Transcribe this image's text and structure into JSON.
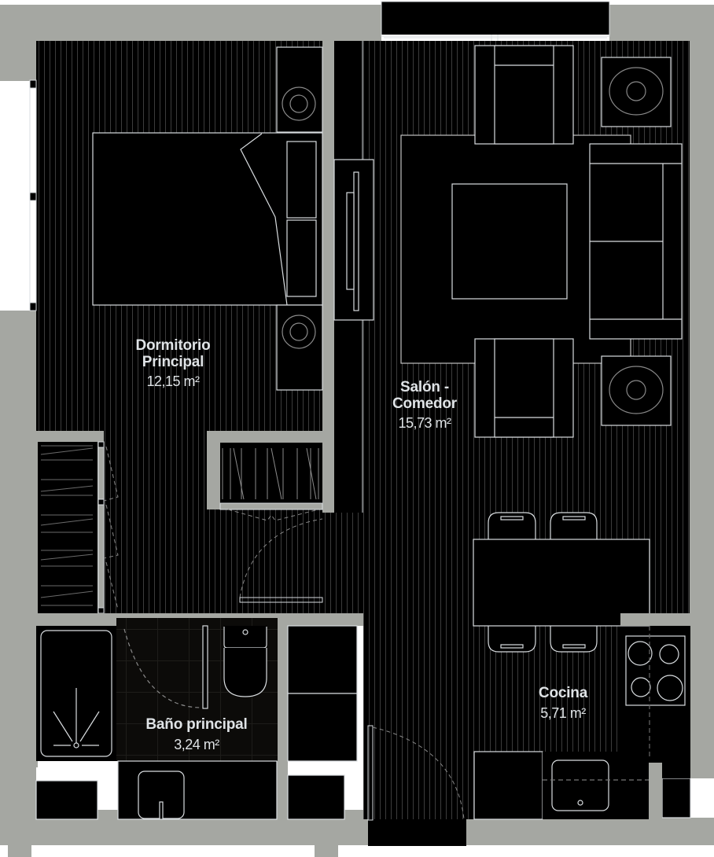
{
  "plan": {
    "colors": {
      "wall": "#a5a7a2",
      "floor": "#000000",
      "line": "#d9dde0",
      "plank": "#3a3a3a",
      "bath_tile": "#0c0b09",
      "background": "#ffffff"
    },
    "rooms": [
      {
        "id": "dormitorio",
        "name": "Dormitorio\nPrincipal",
        "name_line1": "Dormitorio",
        "name_line2": "Principal",
        "area": "12,15 m²"
      },
      {
        "id": "salon",
        "name": "Salón - Comedor",
        "name_line1": "Salón -",
        "name_line2": "Comedor",
        "area": "15,73 m²"
      },
      {
        "id": "bano",
        "name": "Baño principal",
        "name_line1": "Baño principal",
        "area": "3,24 m²"
      },
      {
        "id": "cocina",
        "name": "Cocina",
        "name_line1": "Cocina",
        "area": "5,71 m²"
      }
    ],
    "icons": {
      "bed": "bed-icon",
      "nightstand_lamp": "lamp-icon",
      "sofa": "sofa-icon",
      "armchair": "armchair-icon",
      "coffee_table": "table-icon",
      "tv_unit": "tv-icon",
      "dining_table": "dining-table-icon",
      "chair": "chair-icon",
      "cooktop": "cooktop-icon",
      "sink": "sink-icon",
      "toilet": "toilet-icon",
      "bathtub": "bathtub-icon",
      "wardrobe": "wardrobe-icon",
      "door_swing": "door-swing-icon",
      "window": "window-icon"
    }
  }
}
